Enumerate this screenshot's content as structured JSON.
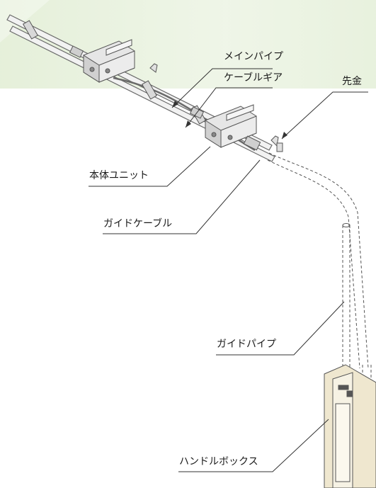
{
  "labels": {
    "main_pipe": "メインパイプ",
    "cable_gear": "ケーブルギア",
    "tip": "先金",
    "body_unit": "本体ユニット",
    "guide_cable": "ガイドケーブル",
    "guide_pipe": "ガイドパイプ",
    "handle_box": "ハンドルボックス"
  },
  "colors": {
    "background_tint": "#e4efd8",
    "line": "#333333",
    "pipe_fill": "#f2f2f2",
    "pipe_stroke": "#6a6a6a",
    "unit_fill": "#e6e6e6",
    "box_fill": "#efe7cf",
    "box_panel": "#f6f2e4"
  }
}
